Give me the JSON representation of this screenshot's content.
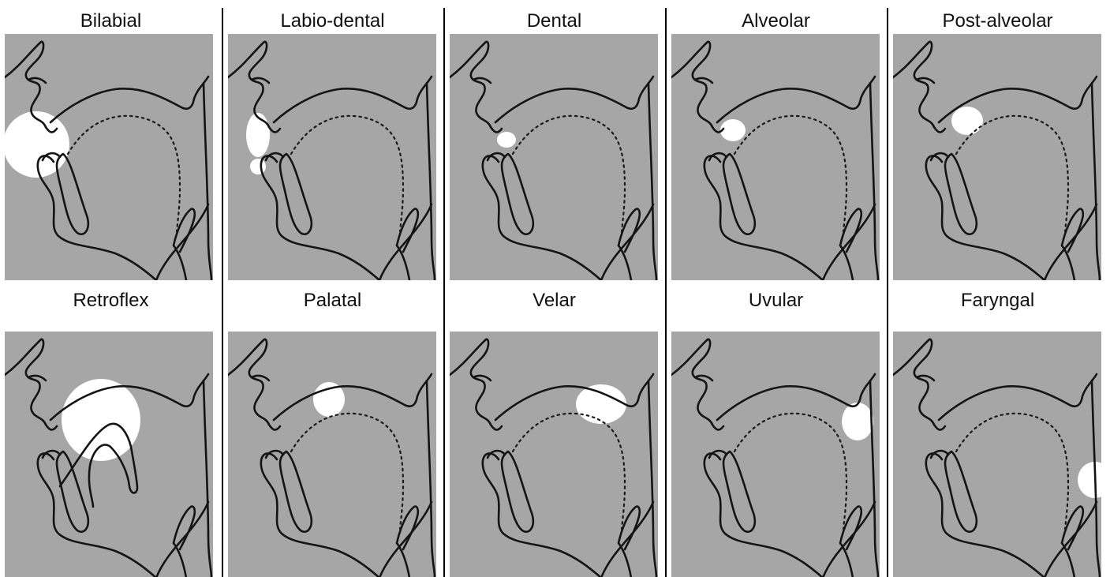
{
  "places_of_articulation": [
    {
      "label": "Bilabial",
      "highlight": "both lips"
    },
    {
      "label": "Labio-dental",
      "highlight": "lower lip to upper teeth"
    },
    {
      "label": "Dental",
      "highlight": "teeth"
    },
    {
      "label": "Alveolar",
      "highlight": "alveolar ridge"
    },
    {
      "label": "Post-alveolar",
      "highlight": "behind alveolar ridge"
    },
    {
      "label": "Retroflex",
      "highlight": "curled tongue tip"
    },
    {
      "label": "Palatal",
      "highlight": "hard palate"
    },
    {
      "label": "Velar",
      "highlight": "soft palate"
    },
    {
      "label": "Uvular",
      "highlight": "uvula"
    },
    {
      "label": "Faryngal",
      "highlight": "pharynx"
    }
  ],
  "colors": {
    "panel_background": "#a6a6a6",
    "outline": "#141414",
    "highlight_spot": "#ffffff"
  }
}
